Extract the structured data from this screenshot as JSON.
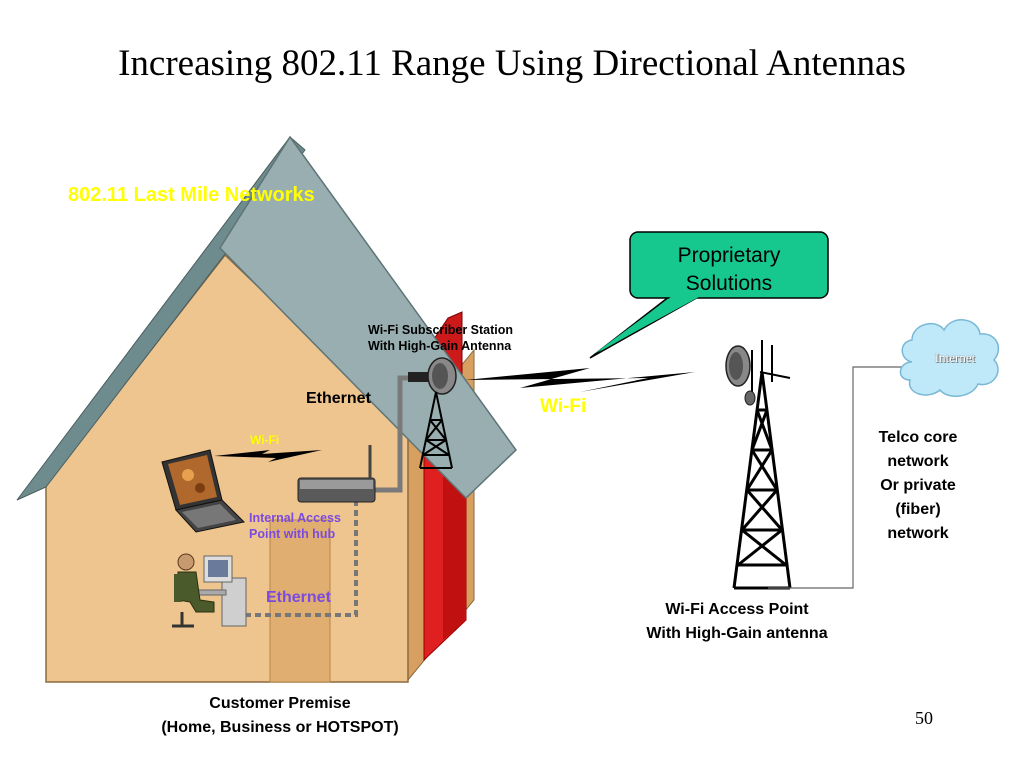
{
  "title": "Increasing 802.11 Range Using Directional Antennas",
  "house_header": "802.11 Last Mile Networks",
  "callout": {
    "line1": "Proprietary",
    "line2": "Solutions"
  },
  "subscriber_station": {
    "line1": "Wi-Fi Subscriber Station",
    "line2": "With High-Gain Antenna"
  },
  "ethernet_upper": "Ethernet",
  "wifi_small": "Wi-Fi",
  "wifi_link": "Wi-Fi",
  "internal_ap": {
    "line1": "Internal Access",
    "line2": "Point with hub"
  },
  "ethernet_lower": "Ethernet",
  "internet_cloud": "Internet",
  "telco": {
    "line1": "Telco core",
    "line2": "network",
    "line3": "Or private",
    "line4": "(fiber)",
    "line5": "network"
  },
  "access_point": {
    "line1": "Wi-Fi Access Point",
    "line2": "With High-Gain antenna"
  },
  "customer_premise": {
    "line1": "Customer Premise",
    "line2": "(Home, Business or HOTSPOT)"
  },
  "page_number": "50",
  "colors": {
    "house_wall": "#eec48f",
    "roof": "#98aeb0",
    "roof_dark": "#6e8b8d",
    "door": "#e0ae70",
    "chimney_red": "#e02020",
    "callout_fill": "#16c88e",
    "cloud": "#bfe8f8",
    "wifi_text": "#ffff00",
    "purple_text": "#7b4be0"
  }
}
